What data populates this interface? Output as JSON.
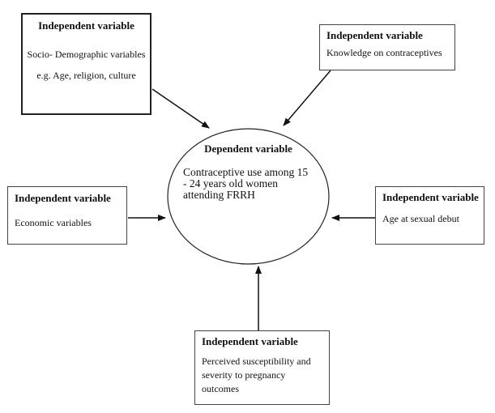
{
  "dependent": {
    "title": "Dependent variable",
    "text": "Contraceptive use among 15 - 24 years old women attending FRRH"
  },
  "independents": [
    {
      "title": "Independent variable",
      "text": "Socio- Demographic variables e.g. Age, religion, culture"
    },
    {
      "title": "Independent variable",
      "text": "Knowledge on contraceptives"
    },
    {
      "title": "Independent variable",
      "text": "Economic variables"
    },
    {
      "title": "Independent variable",
      "text": "Age at sexual debut"
    },
    {
      "title": "Independent variable",
      "text": "Perceived susceptibility and severity to pregnancy outcomes"
    }
  ]
}
